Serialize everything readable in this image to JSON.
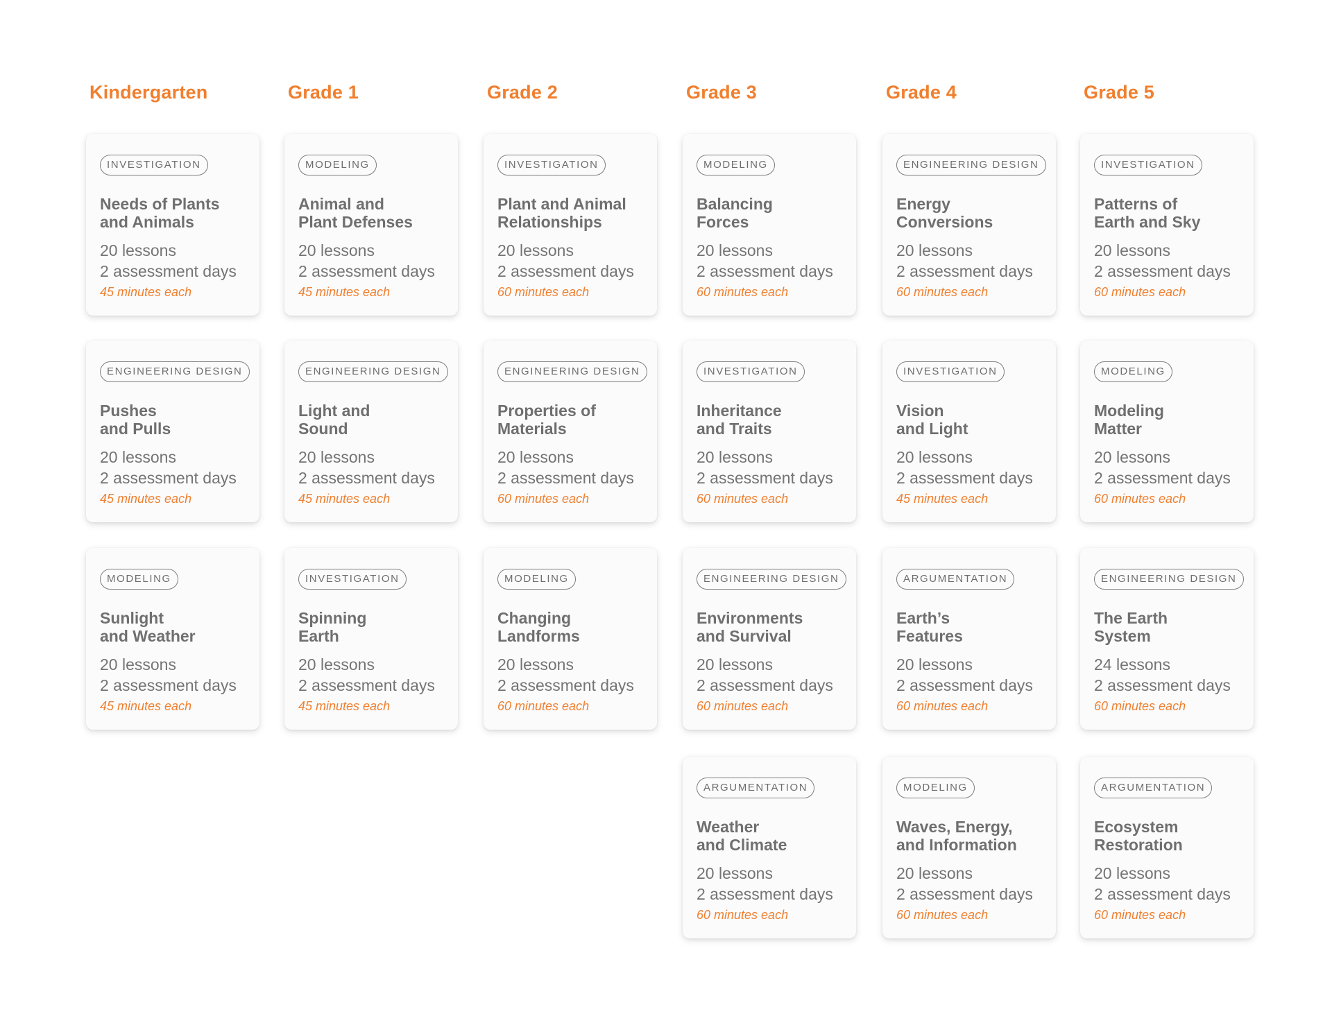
{
  "theme": {
    "accent": "#f07f2e",
    "text": "#6f6f6f",
    "card_bg": "#fbfbfc"
  },
  "grades": [
    {
      "label": "Kindergarten",
      "units": [
        {
          "type": "INVESTIGATION",
          "title": [
            "Needs of Plants",
            "and Animals"
          ],
          "lessons": "20 lessons",
          "assessment": "2 assessment days",
          "minutes": "45 minutes each"
        },
        {
          "type": "ENGINEERING DESIGN",
          "title": [
            "Pushes",
            "and Pulls"
          ],
          "lessons": "20 lessons",
          "assessment": "2 assessment days",
          "minutes": "45 minutes each"
        },
        {
          "type": "MODELING",
          "title": [
            "Sunlight",
            "and Weather"
          ],
          "lessons": "20 lessons",
          "assessment": "2 assessment days",
          "minutes": "45 minutes each"
        }
      ]
    },
    {
      "label": "Grade 1",
      "units": [
        {
          "type": "MODELING",
          "title": [
            "Animal and",
            "Plant Defenses"
          ],
          "lessons": "20 lessons",
          "assessment": "2 assessment days",
          "minutes": "45 minutes each"
        },
        {
          "type": "ENGINEERING DESIGN",
          "title": [
            "Light and",
            "Sound"
          ],
          "lessons": "20 lessons",
          "assessment": "2 assessment days",
          "minutes": "45 minutes each"
        },
        {
          "type": "INVESTIGATION",
          "title": [
            "Spinning",
            "Earth"
          ],
          "lessons": "20 lessons",
          "assessment": "2 assessment days",
          "minutes": "45 minutes each"
        }
      ]
    },
    {
      "label": "Grade 2",
      "units": [
        {
          "type": "INVESTIGATION",
          "title": [
            "Plant and Animal",
            "Relationships"
          ],
          "lessons": "20 lessons",
          "assessment": "2 assessment days",
          "minutes": "60 minutes each"
        },
        {
          "type": "ENGINEERING DESIGN",
          "title": [
            "Properties of",
            "Materials"
          ],
          "lessons": "20 lessons",
          "assessment": "2 assessment days",
          "minutes": "60 minutes each"
        },
        {
          "type": "MODELING",
          "title": [
            "Changing",
            "Landforms"
          ],
          "lessons": "20 lessons",
          "assessment": "2 assessment days",
          "minutes": "60 minutes each"
        }
      ]
    },
    {
      "label": "Grade 3",
      "units": [
        {
          "type": "MODELING",
          "title": [
            "Balancing",
            "Forces"
          ],
          "lessons": "20 lessons",
          "assessment": "2 assessment days",
          "minutes": "60 minutes each"
        },
        {
          "type": "INVESTIGATION",
          "title": [
            "Inheritance",
            "and Traits"
          ],
          "lessons": "20 lessons",
          "assessment": "2 assessment days",
          "minutes": "60 minutes each"
        },
        {
          "type": "ENGINEERING DESIGN",
          "title": [
            "Environments",
            "and Survival"
          ],
          "lessons": "20 lessons",
          "assessment": "2 assessment days",
          "minutes": "60 minutes each"
        },
        {
          "type": "ARGUMENTATION",
          "title": [
            "Weather",
            "and Climate"
          ],
          "lessons": "20 lessons",
          "assessment": "2 assessment days",
          "minutes": "60 minutes each"
        }
      ]
    },
    {
      "label": "Grade 4",
      "units": [
        {
          "type": "ENGINEERING DESIGN",
          "title": [
            "Energy",
            "Conversions"
          ],
          "lessons": "20 lessons",
          "assessment": "2 assessment days",
          "minutes": "60 minutes each"
        },
        {
          "type": "INVESTIGATION",
          "title": [
            "Vision",
            "and Light"
          ],
          "lessons": "20 lessons",
          "assessment": "2 assessment days",
          "minutes": "45 minutes each"
        },
        {
          "type": "ARGUMENTATION",
          "title": [
            "Earth’s",
            "Features"
          ],
          "lessons": "20 lessons",
          "assessment": "2 assessment days",
          "minutes": "60 minutes each"
        },
        {
          "type": "MODELING",
          "title": [
            "Waves, Energy,",
            "and Information"
          ],
          "lessons": "20 lessons",
          "assessment": "2 assessment days",
          "minutes": "60 minutes each"
        }
      ]
    },
    {
      "label": "Grade 5",
      "units": [
        {
          "type": "INVESTIGATION",
          "title": [
            "Patterns of",
            "Earth and Sky"
          ],
          "lessons": "20 lessons",
          "assessment": "2 assessment days",
          "minutes": "60 minutes each"
        },
        {
          "type": "MODELING",
          "title": [
            "Modeling",
            "Matter"
          ],
          "lessons": "20 lessons",
          "assessment": "2 assessment days",
          "minutes": "60 minutes each"
        },
        {
          "type": "ENGINEERING DESIGN",
          "title": [
            "The Earth",
            "System"
          ],
          "lessons": "24 lessons",
          "assessment": "2 assessment days",
          "minutes": "60 minutes each"
        },
        {
          "type": "ARGUMENTATION",
          "title": [
            "Ecosystem",
            "Restoration"
          ],
          "lessons": "20 lessons",
          "assessment": "2 assessment days",
          "minutes": "60 minutes each"
        }
      ]
    }
  ]
}
